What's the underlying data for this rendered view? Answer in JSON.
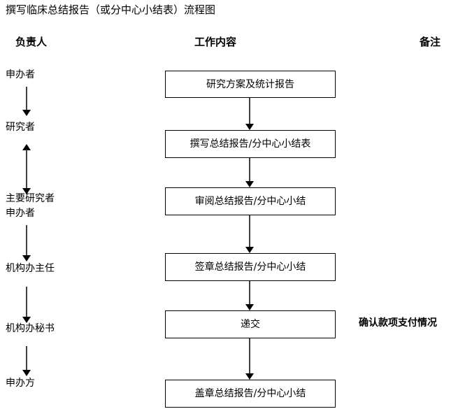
{
  "title": "撰写临床总结报告（或分中心小结表）流程图",
  "headers": {
    "responsible": "负责人",
    "work_content": "工作内容",
    "remarks": "备注"
  },
  "responsible_column": {
    "roles": [
      {
        "id": "sponsor-1",
        "label": "申办者"
      },
      {
        "id": "investigator",
        "label": "研究者"
      },
      {
        "id": "principal-investigator",
        "label": "主要研究者"
      },
      {
        "id": "sponsor-2",
        "label": "申办者"
      },
      {
        "id": "institution-office-director",
        "label": "机构办主任"
      },
      {
        "id": "institution-office-secretary",
        "label": "机构办秘书"
      },
      {
        "id": "sponsor-party",
        "label": "申办方"
      }
    ],
    "connectors": [
      {
        "id": "sponsor-to-investigator",
        "type": "arrow-down"
      },
      {
        "id": "investigator-to-pi",
        "type": "arrow-double"
      },
      {
        "id": "pi-to-director",
        "type": "arrow-down"
      },
      {
        "id": "director-to-secretary",
        "type": "arrow-down"
      },
      {
        "id": "secretary-to-sponsor-party",
        "type": "arrow-down"
      }
    ]
  },
  "work_column": {
    "steps": [
      {
        "id": "step-1",
        "label": "研究方案及统计报告"
      },
      {
        "id": "step-2",
        "label": "撰写总结报告/分中心小结表"
      },
      {
        "id": "step-3",
        "label": "审阅总结报告/分中心小结"
      },
      {
        "id": "step-4",
        "label": "签章总结报告/分中心小结"
      },
      {
        "id": "step-5",
        "label": "递交"
      },
      {
        "id": "step-6",
        "label": "盖章总结报告/分中心小结"
      }
    ],
    "connectors": [
      {
        "id": "step1-to-step2",
        "type": "arrow-down"
      },
      {
        "id": "step2-to-step3",
        "type": "arrow-down"
      },
      {
        "id": "step3-to-step4",
        "type": "arrow-down"
      },
      {
        "id": "step4-to-step5",
        "type": "arrow-down"
      },
      {
        "id": "step5-to-step6",
        "type": "arrow-down"
      }
    ]
  },
  "remarks_column": {
    "notes": [
      {
        "id": "payment-note",
        "label": "确认款项支付情况"
      }
    ]
  },
  "colors": {
    "box_border": "#000000",
    "arrow_shaft": "#3f3f3f",
    "arrow_head": "#000000",
    "text": "#000000",
    "background": "#ffffff"
  }
}
